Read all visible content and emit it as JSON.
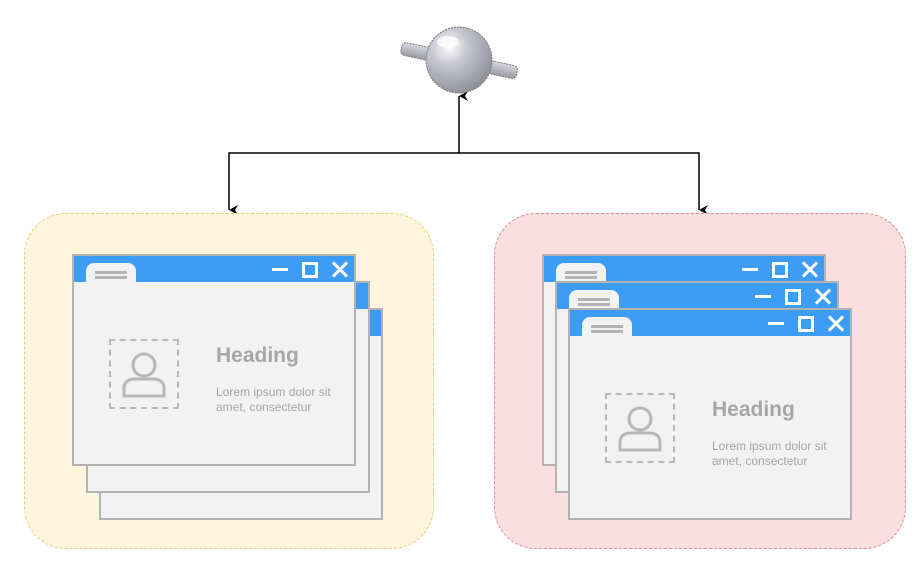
{
  "diagram": {
    "nodes": [
      {
        "id": "server",
        "kind": "server-globe-icon"
      },
      {
        "id": "group-left",
        "kind": "window-stack",
        "windows": 3
      },
      {
        "id": "group-right",
        "kind": "window-stack",
        "windows": 3
      }
    ],
    "edges": [
      {
        "from": "server",
        "to": "group-left"
      },
      {
        "from": "server",
        "to": "group-right"
      }
    ],
    "colors": {
      "group_left_fill": "#fff5dc",
      "group_right_fill": "#fbdfe0",
      "titlebar": "#3d9df5",
      "window_body": "#f2f2f2",
      "connector": "#000000"
    }
  },
  "card_left": {
    "heading": "Heading",
    "body_line1": "Lorem ipsum dolor sit",
    "body_line2": "amet, consectetur"
  },
  "card_right": {
    "heading": "Heading",
    "body_line1": "Lorem ipsum dolor sit",
    "body_line2": "amet, consectetur"
  }
}
